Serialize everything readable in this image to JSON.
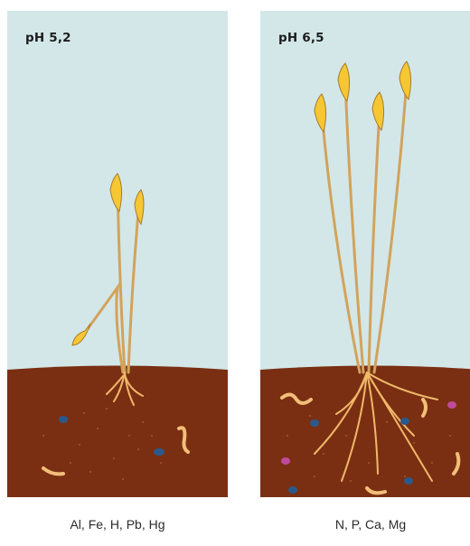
{
  "panels": [
    {
      "label": "pH 5,2",
      "caption": "Al, Fe, H, Pb, Hg"
    },
    {
      "label": "pH 6,5",
      "caption": "N, P, Ca, Mg"
    }
  ],
  "colors": {
    "sky": "#d3e7e8",
    "soil": "#7a2f12",
    "stem": "#d2a35c",
    "root": "#f0b86a",
    "grain": "#f6c733",
    "worm": "#f2be79",
    "stone_blue": "#2a5a8c",
    "stone_pink": "#c04a9c"
  }
}
